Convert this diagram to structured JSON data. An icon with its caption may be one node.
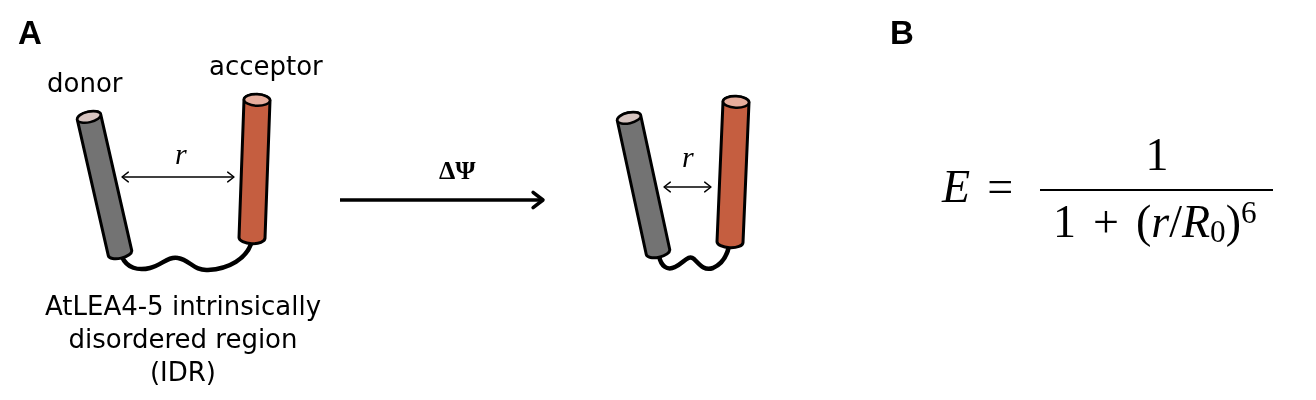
{
  "diagram": {
    "nodes": [
      {
        "text": [],
        "shape": "picture"
      },
      {
        "text": [],
        "shape": "picture"
      }
    ],
    "edges": [
      {
        "from": 0,
        "to": 1,
        "arrow": "to",
        "label": "ΔΨ"
      }
    ],
    "labels": [
      "A",
      "B",
      "acceptor",
      "donor",
      "r",
      "r",
      "*E* =",
      "1",
      "1 + (*r*/*R*$_{0}$)$^{6}$",
      "AtLEA4-5 intrinsically disordered region (IDR)"
    ]
  }
}
